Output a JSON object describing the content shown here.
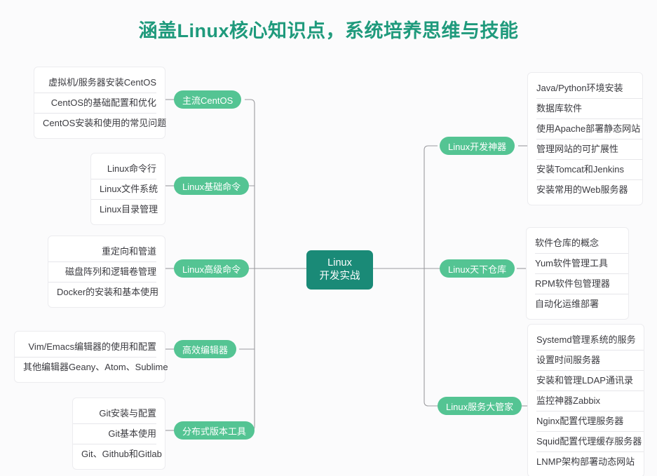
{
  "page": {
    "title": "涵盖Linux核心知识点，系统培养思维与技能",
    "background_color": "#fbfbfc",
    "title_color": "#1f9a7c",
    "pill_color": "#54c493",
    "center_color": "#1a8a77",
    "line_color": "#9b9b9f"
  },
  "center": {
    "line1": "Linux",
    "line2": "开发实战"
  },
  "branches": {
    "left": [
      {
        "label": "主流CentOS",
        "items": [
          "虚拟机/服务器安装CentOS",
          "CentOS的基础配置和优化",
          "CentOS安装和使用的常见问题"
        ]
      },
      {
        "label": "Linux基础命令",
        "items": [
          "Linux命令行",
          "Linux文件系统",
          "Linux目录管理"
        ]
      },
      {
        "label": "Linux高级命令",
        "items": [
          "重定向和管道",
          "磁盘阵列和逻辑卷管理",
          "Docker的安装和基本使用"
        ]
      },
      {
        "label": "高效编辑器",
        "items": [
          "Vim/Emacs编辑器的使用和配置",
          "其他编辑器Geany、Atom、Sublime"
        ]
      },
      {
        "label": "分布式版本工具",
        "items": [
          "Git安装与配置",
          "Git基本使用",
          "Git、Github和Gitlab"
        ]
      }
    ],
    "right": [
      {
        "label": "Linux开发神器",
        "items": [
          "Java/Python环境安装",
          "数据库软件",
          "使用Apache部署静态网站",
          "管理网站的可扩展性",
          "安装Tomcat和Jenkins",
          "安装常用的Web服务器"
        ]
      },
      {
        "label": "Linux天下仓库",
        "items": [
          "软件仓库的概念",
          "Yum软件管理工具",
          "RPM软件包管理器",
          "自动化运维部署"
        ]
      },
      {
        "label": "Linux服务大管家",
        "items": [
          "Systemd管理系统的服务",
          "设置时间服务器",
          "安装和管理LDAP通讯录",
          "监控神器Zabbix",
          "Nginx配置代理服务器",
          "Squid配置代理缓存服务器",
          "LNMP架构部署动态网站"
        ]
      }
    ]
  }
}
